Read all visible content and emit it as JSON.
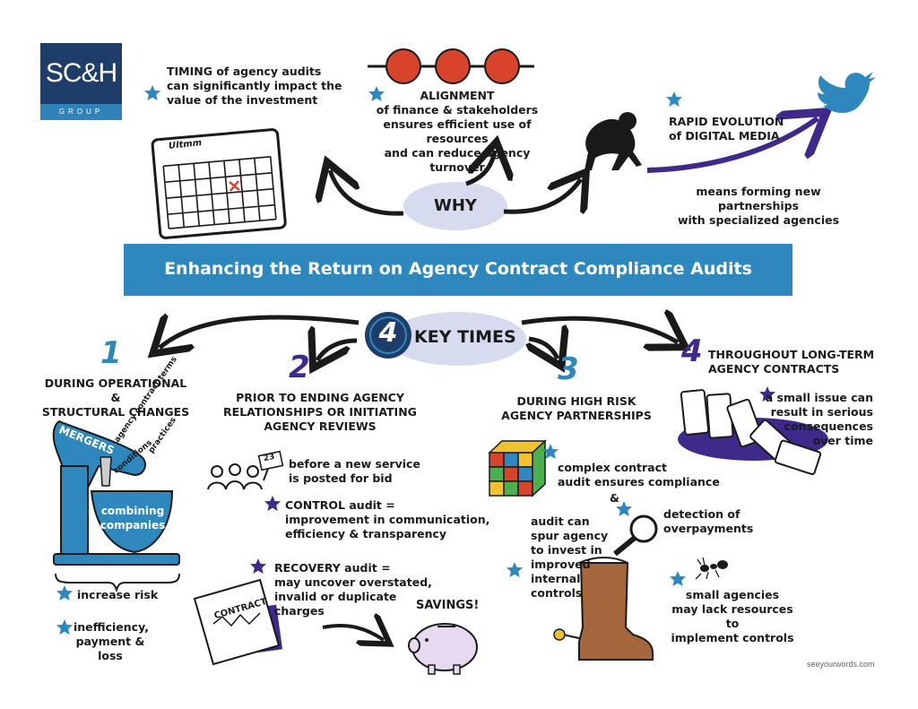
{
  "logo": {
    "main": "SC&H",
    "sub": "GROUP"
  },
  "banner": {
    "title": "Enhancing the Return on Agency Contract Compliance Audits"
  },
  "why": {
    "label": "WHY",
    "timing": [
      "TIMING of agency audits",
      "can significantly impact the",
      "value of the investment"
    ],
    "calendar_scribble": "Ultmm",
    "alignment": [
      "ALIGNMENT",
      "of finance & stakeholders",
      "ensures efficient use of resources",
      "and can reduce agency turnover"
    ],
    "evolution": [
      "RAPID EVOLUTION",
      "of DIGITAL MEDIA"
    ],
    "partnerships": [
      "means forming new partnerships",
      "with specialized agencies"
    ]
  },
  "key_times": {
    "badge": "4",
    "label": "KEY TIMES",
    "items": [
      {
        "number": "1",
        "title": [
          "DURING OPERATIONAL &",
          "STRUCTURAL CHANGES"
        ],
        "mixer_label": "MERGERS",
        "ingredients": [
          "conditions",
          "agency contract terms",
          "practices"
        ],
        "bowl": [
          "combining",
          "companies"
        ],
        "bullets": [
          [
            "increase risk"
          ],
          [
            "inefficiency,",
            "payment &",
            "loss"
          ]
        ]
      },
      {
        "number": "2",
        "title": [
          "PRIOR TO ENDING AGENCY",
          "RELATIONSHIPS OR INITIATING",
          "AGENCY REVIEWS"
        ],
        "bid_card": "23",
        "bid_text": [
          "before a new service",
          "is posted for bid"
        ],
        "control": [
          "CONTROL audit =",
          "improvement in communication,",
          "efficiency & transparency"
        ],
        "recovery": [
          "RECOVERY audit =",
          "may uncover overstated,",
          "invalid or duplicate",
          "charges"
        ],
        "contract_label": "CONTRACT",
        "savings": "SAVINGS!"
      },
      {
        "number": "3",
        "title": [
          "DURING HIGH RISK",
          "AGENCY PARTNERSHIPS"
        ],
        "complex": [
          "complex contract",
          "audit ensures compliance"
        ],
        "ampersand": "&",
        "detection": [
          "detection of",
          "overpayments"
        ],
        "spur": [
          "audit can",
          "spur agency",
          "to invest in",
          "improved",
          "internal",
          "controls"
        ],
        "small_agencies": [
          "small agencies",
          "may lack resources to",
          "implement controls"
        ]
      },
      {
        "number": "4",
        "title": [
          "THROUGHOUT LONG-TERM",
          "AGENCY CONTRACTS"
        ],
        "issue": [
          "a small issue can",
          "result in serious",
          "consequences",
          "over time"
        ]
      }
    ]
  },
  "credit": "seeyourwords.com",
  "colors": {
    "accent_blue": "#2f88bd",
    "navy": "#1f3d6b",
    "purple": "#3f2a8c",
    "lavender": "#d7dbf0",
    "red": "#d8432c"
  }
}
